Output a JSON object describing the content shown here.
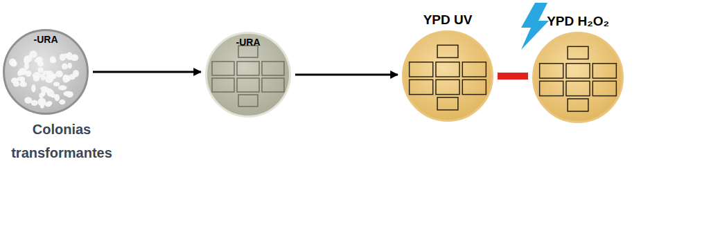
{
  "diagram": {
    "nodes": [
      {
        "text": [
          "-URA",
          "Colonias transformantes"
        ]
      },
      {
        "text": [
          "-URA"
        ]
      },
      {
        "text": [
          "YPD UV"
        ]
      },
      {
        "text": [
          "YPD H₂O₂"
        ]
      }
    ],
    "edges": [
      {
        "from": 0,
        "to": 1,
        "arrow": "to"
      },
      {
        "from": 1,
        "to": 2,
        "arrow": "to"
      },
      {
        "from": 2,
        "to": 3,
        "arrow": "none"
      }
    ]
  }
}
